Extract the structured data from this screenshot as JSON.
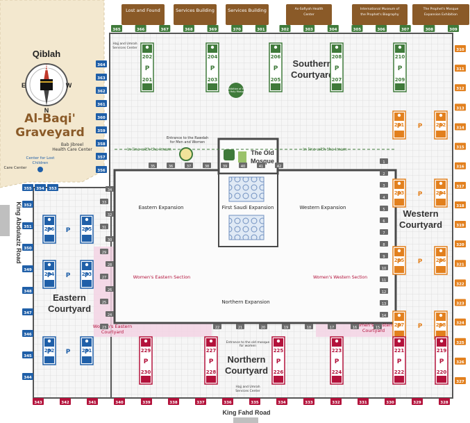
{
  "top_services": [
    "Lost and Found",
    "Services Building",
    "Services Building",
    "As-Safiyah Health Center",
    "International Museum of the Prophet's Biography",
    "The Prophet's Mosque Expansion Exhibition"
  ],
  "qiblah": {
    "title": "Qiblah",
    "dirs": {
      "n": "N",
      "s": "S",
      "e": "E",
      "w": "W"
    }
  },
  "graveyard": {
    "label": "Al-Baqi' Graveyard",
    "line1": "Al-Baqi'",
    "line2": "Graveyard"
  },
  "left_labels": {
    "bab_jibreel": "Bab Jibreel Health Care Center",
    "bab_line1": "Bab Jibreel",
    "bab_line2": "Health Care Center",
    "lost_children": "Center for Lost Children",
    "lost_line1": "Center for Lost",
    "lost_line2": "Children",
    "care_center": "Care Center"
  },
  "roads": {
    "left": "King Abdulaziz Road",
    "bottom": "King Fahd Road"
  },
  "courtyards": {
    "southern": {
      "line1": "Southern",
      "line2": "Courtyard"
    },
    "western": {
      "line1": "Western",
      "line2": "Courtyard"
    },
    "eastern": {
      "line1": "Eastern",
      "line2": "Courtyard"
    },
    "northern": {
      "line1": "Northern",
      "line2": "Courtyard"
    }
  },
  "sections": {
    "old_mosque": {
      "line1": "The Old",
      "line2": "Mosque"
    },
    "first_saudi": "First Saudi Expansion",
    "eastern_exp": "Eastern Expansion",
    "western_exp": "Western Expansion",
    "northern_exp": "Northern Expansion",
    "women_east_section": "Women's Eastern Section",
    "women_west_section": "Women's Western Section",
    "women_east_courtyard": {
      "line1": "Women's Eastern",
      "line2": "Courtyard"
    },
    "women_west_courtyard": {
      "line1": "Women's Western",
      "line2": "Courtyard"
    }
  },
  "notes": {
    "imam_left": "In line with the Imam",
    "imam_right": "In line with the Imam",
    "rawdah": {
      "line1": "Entrance to the Rawdah",
      "line2": "for Men and Women"
    },
    "hajj_umrah_top": {
      "line1": "Hajj and Umrah",
      "line2": "Services Center"
    },
    "hajj_umrah_bottom": {
      "line1": "Hajj and Umrah",
      "line2": "Services Center"
    },
    "entrance_old_mosque": {
      "line1": "Entrance to the old mosque",
      "line2": "for women"
    },
    "exhibition_note": {
      "line1": "Exhibition of the",
      "line2": "Two Holy Mosques"
    }
  },
  "blocks": {
    "top": [
      {
        "upper": "202",
        "lower": "201"
      },
      {
        "upper": "204",
        "lower": "203"
      },
      {
        "upper": "206",
        "lower": "205"
      },
      {
        "upper": "208",
        "lower": "207"
      },
      {
        "upper": "210",
        "lower": "209"
      }
    ],
    "west": [
      {
        "upper": "211",
        "lower": "212"
      },
      {
        "upper": "213",
        "lower": "214"
      },
      {
        "upper": "215",
        "lower": "216"
      },
      {
        "upper": "217",
        "lower": "218"
      }
    ],
    "bottom_red": [
      {
        "upper": "229",
        "lower": "230"
      },
      {
        "upper": "227",
        "lower": "228"
      },
      {
        "upper": "225",
        "lower": "226"
      },
      {
        "upper": "223",
        "lower": "224"
      },
      {
        "upper": "221",
        "lower": "222"
      },
      {
        "upper": "219",
        "lower": "220"
      }
    ],
    "east_blue": [
      {
        "left": "236",
        "right": "235"
      },
      {
        "left": "234",
        "right": "233"
      },
      {
        "left": "232",
        "right": "231"
      }
    ]
  },
  "gates": {
    "top": [
      "365",
      "366",
      "367",
      "368",
      "369",
      "370",
      "301",
      "302",
      "303",
      "304",
      "305",
      "306",
      "307",
      "308",
      "309"
    ],
    "right": [
      "310",
      "311",
      "312",
      "313",
      "314",
      "315",
      "316",
      "317",
      "318",
      "319",
      "320",
      "321",
      "322",
      "323",
      "324",
      "325",
      "326",
      "327"
    ],
    "bottom": [
      "343",
      "342",
      "341",
      "340",
      "339",
      "338",
      "337",
      "336",
      "335",
      "334",
      "333",
      "332",
      "331",
      "330",
      "329",
      "328"
    ],
    "left": [
      "364",
      "363",
      "362",
      "361",
      "360",
      "359",
      "358",
      "357",
      "356",
      "355",
      "354",
      "353",
      "352",
      "351",
      "350",
      "349",
      "348",
      "347",
      "346",
      "345",
      "344"
    ]
  },
  "inner_doors": [
    "1",
    "2",
    "3",
    "4",
    "5",
    "6",
    "7",
    "8",
    "9",
    "10",
    "11",
    "12",
    "13",
    "14",
    "15",
    "16",
    "17",
    "18",
    "19",
    "20",
    "21",
    "22",
    "23",
    "24",
    "25",
    "26",
    "27",
    "28",
    "29",
    "30",
    "31",
    "32",
    "33",
    "34",
    "35",
    "36",
    "37",
    "38",
    "39",
    "40",
    "41",
    "42"
  ],
  "parking_letter": "P",
  "colors": {
    "green": "#3f7a3a",
    "orange": "#e2801e",
    "red": "#b3123b",
    "blue": "#1f5fa8",
    "brown": "#8a5a28",
    "pink": "#f3d3e4",
    "beige": "#f3e8cf",
    "grid": "#d9d9d9",
    "text": "#2a2a2a"
  }
}
